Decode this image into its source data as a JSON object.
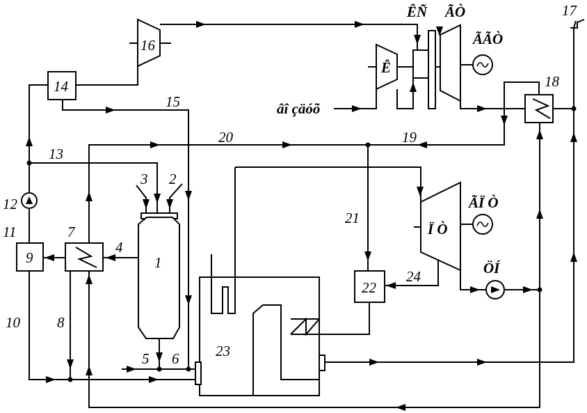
{
  "labels": {
    "n1": "1",
    "n2": "2",
    "n3": "3",
    "n4": "4",
    "n5": "5",
    "n6": "6",
    "n7": "7",
    "n8": "8",
    "n9": "9",
    "n10": "10",
    "n11": "11",
    "n12": "12",
    "n13": "13",
    "n14": "14",
    "n15": "15",
    "n16": "16",
    "n17": "17",
    "n18": "18",
    "n19": "19",
    "n20": "20",
    "n21": "21",
    "n22": "22",
    "n23": "23",
    "n24": "24"
  },
  "units": {
    "compressor": "Ê",
    "combustion_chamber": "ÊÑ",
    "gas_turbine": "ÃÒ",
    "gt_generator": "ÃÃÒ",
    "steam_turbine": "Ï Ò",
    "st_generator": "ÃÏ Ò",
    "feed_pump": "ÖÍ",
    "air_inlet": "âî çäóõ"
  }
}
